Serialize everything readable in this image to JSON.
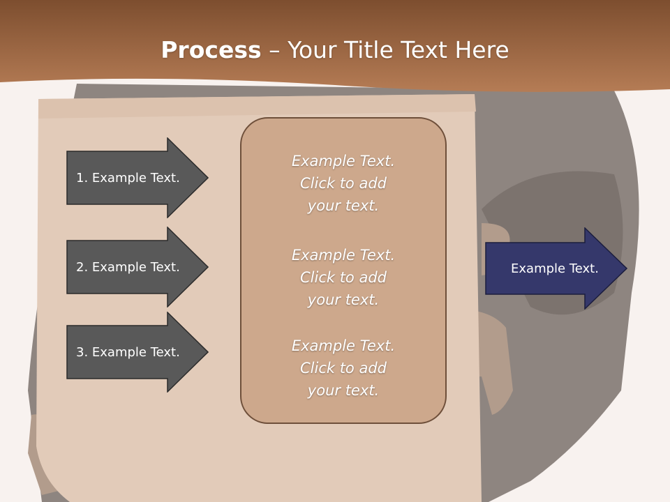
{
  "title": {
    "bold": "Process",
    "dash": " – ",
    "rest": "Your Title Text Here"
  },
  "left_arrows": [
    {
      "label": "1. Example Text."
    },
    {
      "label": "2. Example Text."
    },
    {
      "label": "3. Example Text."
    }
  ],
  "center": {
    "blocks": [
      {
        "line1": "Example Text.",
        "line2": "Click  to add",
        "line3": "your text."
      },
      {
        "line1": "Example Text.",
        "line2": "Click  to add",
        "line3": "your text."
      },
      {
        "line1": "Example Text.",
        "line2": "Click  to add",
        "line3": "your text."
      }
    ]
  },
  "right_arrow": {
    "label": "Example Text."
  },
  "colors": {
    "header": "#a26a45",
    "left_arrow_fill": "#595959",
    "right_arrow_fill": "#35386b",
    "center_fill": "#c9a083"
  }
}
